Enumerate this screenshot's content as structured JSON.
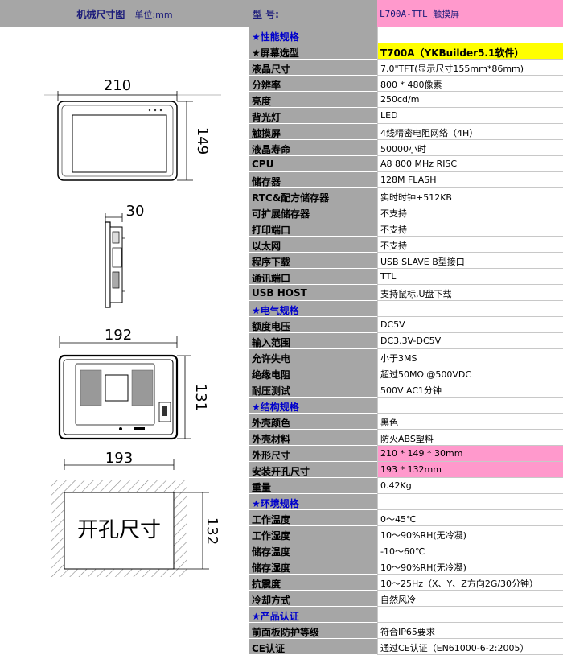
{
  "left_header": {
    "title": "机械尺寸图",
    "unit": "单位:mm"
  },
  "model": {
    "label": "型  号:",
    "value": "L700A-TTL 触摸屏"
  },
  "drawings": {
    "front_width": "210",
    "front_height": "149",
    "side_depth": "30",
    "back_width": "192",
    "back_height": "131",
    "cutout_width": "193",
    "cutout_height": "132",
    "cutout_label": "开孔尺寸"
  },
  "specs": [
    {
      "name": "★性能规格",
      "value": "",
      "kind": "section"
    },
    {
      "name": "★屏幕选型",
      "value": "T700A（YKBuilder5.1软件）",
      "kind": "yellow"
    },
    {
      "name": "液晶尺寸",
      "value": "7.0\"TFT(显示尺寸155mm*86mm)",
      "kind": ""
    },
    {
      "name": "分辨率",
      "value": "800 * 480像素",
      "kind": ""
    },
    {
      "name": "亮度",
      "value": "250cd/m",
      "kind": ""
    },
    {
      "name": "背光灯",
      "value": "LED",
      "kind": ""
    },
    {
      "name": "触摸屏",
      "value": "4线精密电阻网络（4H）",
      "kind": ""
    },
    {
      "name": "液晶寿命",
      "value": "50000小时",
      "kind": ""
    },
    {
      "name": "CPU",
      "value": "A8 800 MHz RISC",
      "kind": ""
    },
    {
      "name": "储存器",
      "value": "128M FLASH",
      "kind": ""
    },
    {
      "name": "RTC&配方储存器",
      "value": "实时时钟+512KB",
      "kind": ""
    },
    {
      "name": "可扩展储存器",
      "value": "不支持",
      "kind": ""
    },
    {
      "name": "打印端口",
      "value": "不支持",
      "kind": ""
    },
    {
      "name": "以太网",
      "value": "不支持",
      "kind": ""
    },
    {
      "name": "程序下载",
      "value": "USB SLAVE B型接口",
      "kind": ""
    },
    {
      "name": "通讯端口",
      "value": "TTL",
      "kind": ""
    },
    {
      "name": "USB HOST",
      "value": "支持鼠标,U盘下载",
      "kind": ""
    },
    {
      "name": "★电气规格",
      "value": "",
      "kind": "section"
    },
    {
      "name": "额度电压",
      "value": "DC5V",
      "kind": ""
    },
    {
      "name": "输入范围",
      "value": "DC3.3V-DC5V",
      "kind": ""
    },
    {
      "name": "允许失电",
      "value": "小于3MS",
      "kind": ""
    },
    {
      "name": "绝缘电阻",
      "value": "超过50MΩ @500VDC",
      "kind": ""
    },
    {
      "name": "耐压测试",
      "value": "500V AC1分钟",
      "kind": ""
    },
    {
      "name": "★结构规格",
      "value": "",
      "kind": "section"
    },
    {
      "name": "外壳颜色",
      "value": "黑色",
      "kind": ""
    },
    {
      "name": "外壳材料",
      "value": "防火ABS塑料",
      "kind": ""
    },
    {
      "name": "外形尺寸",
      "value": "210 * 149 * 30mm",
      "kind": "pink"
    },
    {
      "name": "安装开孔尺寸",
      "value": "193 * 132mm",
      "kind": "pink"
    },
    {
      "name": "重量",
      "value": "0.42Kg",
      "kind": ""
    },
    {
      "name": "★环境规格",
      "value": "",
      "kind": "section"
    },
    {
      "name": "工作温度",
      "value": "0～45℃",
      "kind": ""
    },
    {
      "name": "工作湿度",
      "value": "10～90%RH(无冷凝)",
      "kind": ""
    },
    {
      "name": "储存温度",
      "value": "-10～60℃",
      "kind": ""
    },
    {
      "name": "储存湿度",
      "value": "10～90%RH(无冷凝)",
      "kind": ""
    },
    {
      "name": "抗震度",
      "value": "10～25Hz（X、Y、Z方向2G/30分钟）",
      "kind": ""
    },
    {
      "name": "冷却方式",
      "value": "自然风冷",
      "kind": ""
    },
    {
      "name": "★产品认证",
      "value": "",
      "kind": "section"
    },
    {
      "name": "前面板防护等级",
      "value": "符合IP65要求",
      "kind": ""
    },
    {
      "name": "CE认证",
      "value": "通过CE认证（EN61000-6-2:2005）",
      "kind": ""
    }
  ],
  "colors": {
    "header_gray": "#a6a6a6",
    "pink": "#ff99cc",
    "yellow": "#ffff00",
    "section_blue": "#0000cc"
  }
}
